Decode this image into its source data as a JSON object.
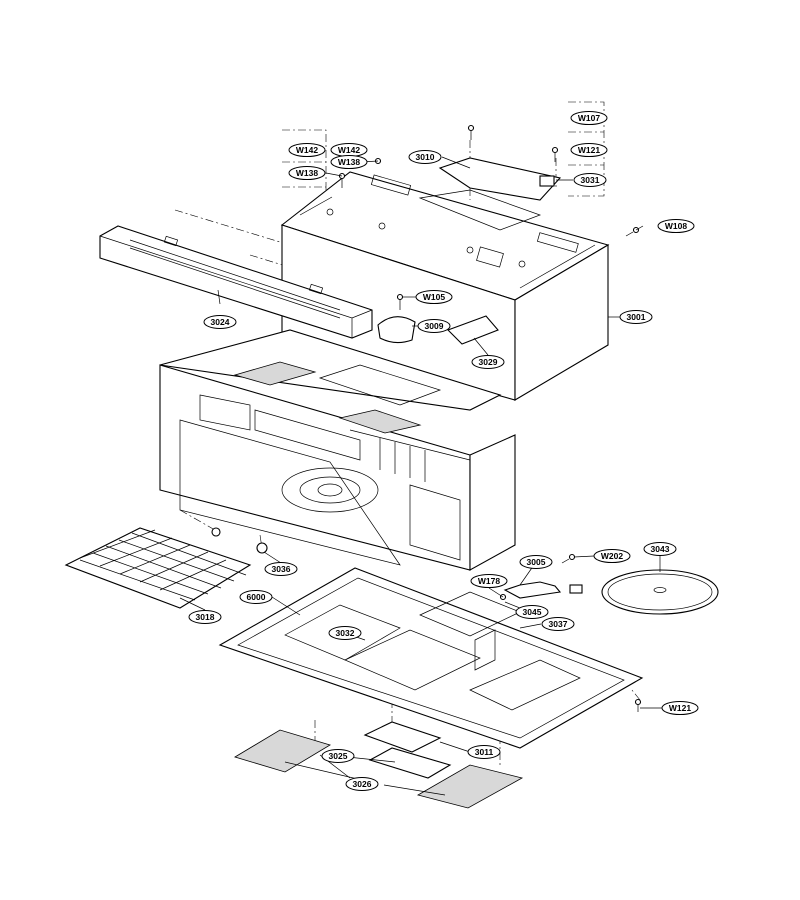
{
  "labels": {
    "w107": "W107",
    "w121_top": "W121",
    "w142_a": "W142",
    "w142_b": "W142",
    "w138_a": "W138",
    "w138_b": "W138",
    "p3010": "3010",
    "p3031": "3031",
    "w108": "W108",
    "w105": "W105",
    "p3024": "3024",
    "p3009": "3009",
    "p3001": "3001",
    "p3029": "3029",
    "p3005": "3005",
    "w202": "W202",
    "p3043": "3043",
    "w178": "W178",
    "p3036": "3036",
    "p6000": "6000",
    "p3045": "3045",
    "p3037": "3037",
    "p3032": "3032",
    "p3018": "3018",
    "w121_bottom": "W121",
    "p3011": "3011",
    "p3025": "3025",
    "p3026": "3026"
  }
}
